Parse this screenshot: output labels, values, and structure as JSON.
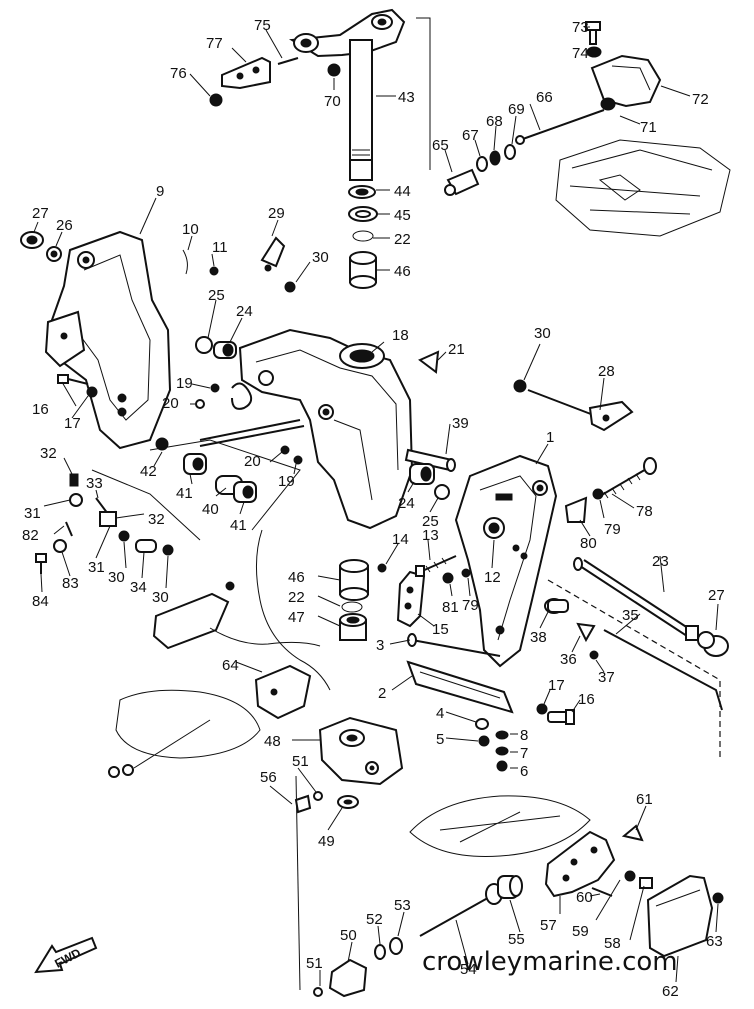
{
  "watermark": "crowleymarine.com",
  "fwd_label": "FWD",
  "labels": {
    "l73": "73",
    "l74": "74",
    "l72": "72",
    "l71": "71",
    "l66": "66",
    "l69": "69",
    "l68": "68",
    "l67": "67",
    "l65": "65",
    "l75": "75",
    "l77": "77",
    "l76": "76",
    "l70": "70",
    "l43": "43",
    "l44": "44",
    "l45": "45",
    "l22a": "22",
    "l46a": "46",
    "l27a": "27",
    "l26": "26",
    "l9": "9",
    "l10": "10",
    "l11": "11",
    "l29": "29",
    "l30a": "30",
    "l25a": "25",
    "l24a": "24",
    "l16a": "16",
    "l17a": "17",
    "l19a": "19",
    "l20a": "20",
    "l18": "18",
    "l21": "21",
    "l30b": "30",
    "l28": "28",
    "l39": "39",
    "l42": "42",
    "l32a": "32",
    "l33": "33",
    "l31a": "31",
    "l32b": "32",
    "l41a": "41",
    "l40": "40",
    "l41b": "41",
    "l20b": "20",
    "l19b": "19",
    "l24b": "24",
    "l25b": "25",
    "l1": "1",
    "l78": "78",
    "l79a": "79",
    "l80": "80",
    "l82": "82",
    "l31b": "31",
    "l30c": "30",
    "l34": "34",
    "l30d": "30",
    "l83": "83",
    "l84": "84",
    "l14": "14",
    "l13": "13",
    "l12": "12",
    "l81": "81",
    "l79b": "79",
    "l46b": "46",
    "l22b": "22",
    "l47": "47",
    "l15": "15",
    "l23": "23",
    "l27b": "27",
    "l35": "35",
    "l38": "38",
    "l36": "36",
    "l37": "37",
    "l3": "3",
    "l64": "64",
    "l2": "2",
    "l17b": "17",
    "l16b": "16",
    "l4": "4",
    "l8": "8",
    "l5": "5",
    "l7": "7",
    "l6": "6",
    "l48": "48",
    "l51a": "51",
    "l56": "56",
    "l49": "49",
    "l61": "61",
    "l60": "60",
    "l57": "57",
    "l59": "59",
    "l58": "58",
    "l55": "55",
    "l54": "54",
    "l53": "53",
    "l52": "52",
    "l50": "50",
    "l51b": "51",
    "l63": "63",
    "l62": "62"
  }
}
